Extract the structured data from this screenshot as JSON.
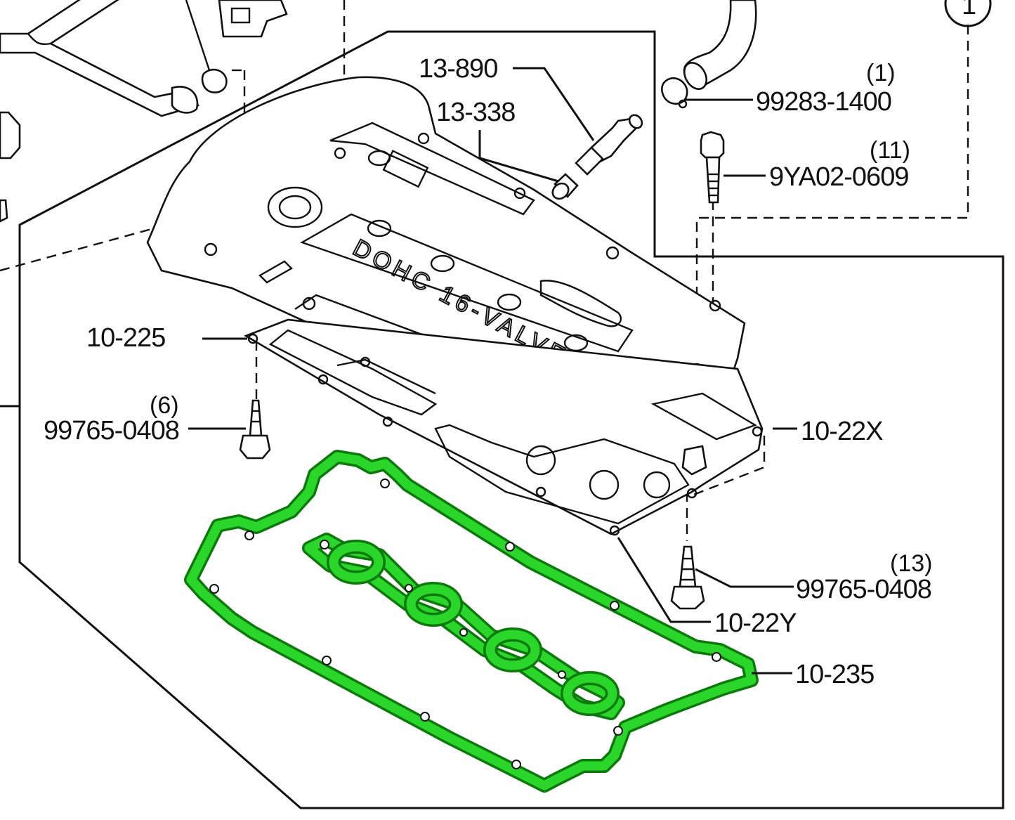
{
  "diagram": {
    "highlight_color": "#2bd62b",
    "line_color": "#111111",
    "cover_text": "DOHC 16-VALVE",
    "callouts": [
      {
        "id": "c-13890",
        "part": "13-890",
        "qty": ""
      },
      {
        "id": "c-13338",
        "part": "13-338",
        "qty": ""
      },
      {
        "id": "c-992831400",
        "part": "99283-1400",
        "qty": "(1)"
      },
      {
        "id": "c-9ya020609",
        "part": "9YA02-0609",
        "qty": "(11)"
      },
      {
        "id": "c-10225",
        "part": "10-225",
        "qty": ""
      },
      {
        "id": "c-997650408a",
        "part": "99765-0408",
        "qty": "(6)"
      },
      {
        "id": "c-1022x",
        "part": "10-22X",
        "qty": ""
      },
      {
        "id": "c-997650408b",
        "part": "99765-0408",
        "qty": "(13)"
      },
      {
        "id": "c-1022y",
        "part": "10-22Y",
        "qty": ""
      },
      {
        "id": "c-10235",
        "part": "10-235",
        "qty": ""
      }
    ],
    "ref_circle": "1"
  }
}
